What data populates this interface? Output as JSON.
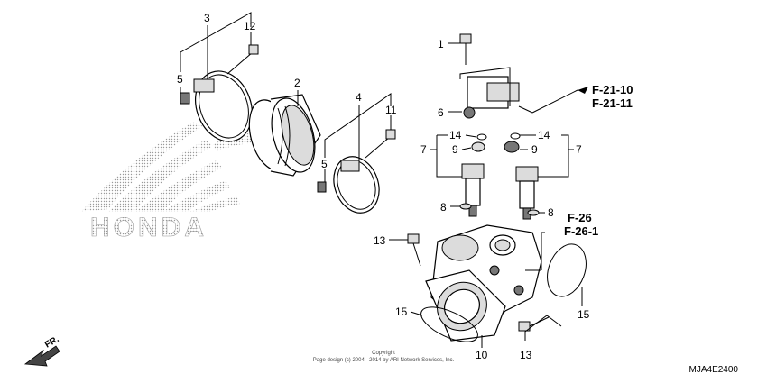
{
  "labels": {
    "n1": "1",
    "n2": "2",
    "n3": "3",
    "n4": "4",
    "n5a": "5",
    "n5b": "5",
    "n6": "6",
    "n7a": "7",
    "n7b": "7",
    "n8a": "8",
    "n8b": "8",
    "n9a": "9",
    "n9b": "9",
    "n10": "10",
    "n11": "11",
    "n12": "12",
    "n13a": "13",
    "n13b": "13",
    "n14a": "14",
    "n14b": "14",
    "n15a": "15",
    "n15b": "15"
  },
  "refs": {
    "f2110": "F-21-10",
    "f2111": "F-21-11",
    "f26": "F-26",
    "f261": "F-26-1"
  },
  "brand_watermark": "HONDA",
  "direction_label": "FR.",
  "copyright": {
    "line1": "Copyright",
    "line2": "Page design (c) 2004 - 2014 by ARI Network Services, Inc."
  },
  "diagram_code": "MJA4E2400"
}
